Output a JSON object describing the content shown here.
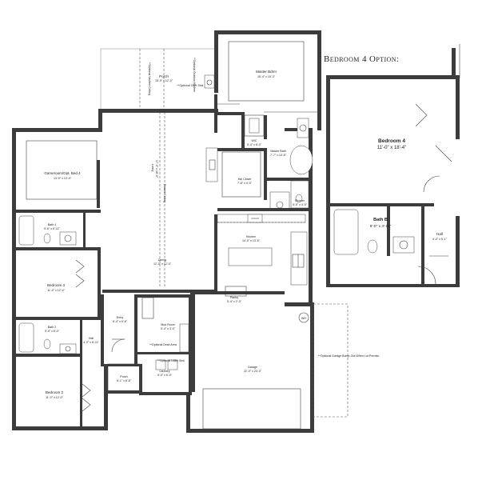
{
  "option_title": "Bedroom 4 Option:",
  "rooms": {
    "master_bdrm": {
      "name": "Master Bdrm",
      "dims": "15'-4\" x 15'-3\""
    },
    "porch_rear": {
      "name": "Porch",
      "dims": "15'-0\" x 12'-0\""
    },
    "optional_odk_sink": {
      "name": "**Optional ODK Sink"
    },
    "optional_outdoor_kitchen": {
      "name": "**Optional Outdoor Kitchen"
    },
    "optional_vaulted_ceiling": {
      "name": "**Optional Vaulted Ceiling"
    },
    "gameroom": {
      "name": "Gameroom/Opt. Bed 4",
      "dims": "13'-9\" x 13'-4\""
    },
    "living": {
      "name": "Living",
      "dims": "17'-0\" x 18'-0\""
    },
    "raised_ceiling": {
      "name": "Raised Ceiling"
    },
    "wic_master": {
      "name": "WIC",
      "dims": "5'-4\" x 8'-0\""
    },
    "master_bath": {
      "name": "Master Bath",
      "dims": "7'-7\" x 10'-6\""
    },
    "hall_closet": {
      "name": "Hal Closet",
      "dims": "7'-6\" x 4'-0\""
    },
    "bath4": {
      "name": "Bath 4",
      "dims": "5'-6\" x 6'-11\""
    },
    "shower": {
      "name": "Shower",
      "dims": "5'-0\" x 4'-0\""
    },
    "kitchen": {
      "name": "Kitchen",
      "dims": "14'-0\" x 13'-6\""
    },
    "bedroom3": {
      "name": "Bedroom 3",
      "dims": "11'-0\" x 12'-4\""
    },
    "dining": {
      "name": "Dining",
      "dims": "12'-0\" x 12'-0\""
    },
    "pantry": {
      "name": "Pantry",
      "dims": "5'-4\" x 2'-3\""
    },
    "entry": {
      "name": "Entry",
      "dims": "6'-4\" x 6'-6\""
    },
    "mud_room": {
      "name": "Mud Room",
      "dims": "5'-4\" x 3'-0\""
    },
    "bath2": {
      "name": "Bath 2",
      "dims": "5'-0\" x 8'-0\""
    },
    "hall": {
      "name": "Hall",
      "dims": "4'-0\" x 8'-11\""
    },
    "optional_desk": {
      "name": "**Optional Desk Area"
    },
    "optional_utility_sink": {
      "name": "**Optional Utility Sink"
    },
    "laundry": {
      "name": "Laundry",
      "dims": "5'-0\" x 6'-0\""
    },
    "garage": {
      "name": "Garage",
      "dims": "22'-0\" x 23'-0\""
    },
    "optional_garage_bumpout": {
      "name": "**Optional Garage Bump-Out When Lot Permits"
    },
    "bedroom2": {
      "name": "Bedroom 2",
      "dims": "11'-0\" x 12'-0\""
    },
    "porch_front": {
      "name": "Porch",
      "dims": "6'-1\" x 8'-6\""
    },
    "wh": {
      "name": "WH"
    }
  },
  "option": {
    "bedroom4": {
      "name": "Bedroom 4",
      "dims": "11'-0\" x 18'-4\""
    },
    "bath_b": {
      "name": "Bath B",
      "dims": "6'-0\" x 4'-11\""
    },
    "hall": {
      "name": "Hall",
      "dims": "4'-0\" x 5'-1\""
    }
  }
}
